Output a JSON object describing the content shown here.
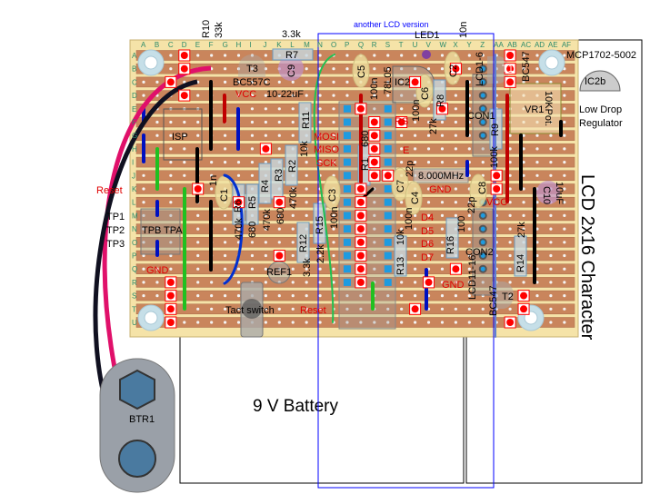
{
  "board": {
    "columns": [
      "A",
      "B",
      "C",
      "D",
      "E",
      "F",
      "G",
      "H",
      "I",
      "J",
      "K",
      "L",
      "M",
      "N",
      "O",
      "P",
      "Q",
      "R",
      "S",
      "T",
      "U",
      "V",
      "W",
      "X",
      "Y",
      "Z",
      "AA",
      "AB",
      "AC",
      "AD",
      "AE",
      "AF"
    ],
    "rows": [
      "A",
      "B",
      "C",
      "D",
      "E",
      "F",
      "G",
      "H",
      "I",
      "J",
      "K",
      "L",
      "M",
      "N",
      "O",
      "P",
      "Q",
      "R",
      "S",
      "T",
      "U"
    ],
    "colors": {
      "board": "#f5e3a8",
      "strip": "#c9855c",
      "cut": "#ff0000",
      "pad": "#1e9be0"
    }
  },
  "outlines": {
    "alt_lcd": "another LCD version",
    "lcd": "LCD 2x16 Character",
    "battery": "9 V Battery",
    "battery_holder": "BTR1"
  },
  "labels": {
    "r10": "R10",
    "r10v": "33k",
    "r7v": "3.3k",
    "r7": "R7",
    "c9": "C9",
    "t3": "T3",
    "bc557c": "BC557C",
    "vcc1": "VCC",
    "c9v": "10-22uF",
    "c5v": "100n",
    "c5": "C5",
    "l78": "78L05",
    "ic2": "IC2",
    "c6": "C6",
    "c6v": "100n",
    "r8": "R8",
    "r8v": "27k",
    "c2": "C2",
    "c2v": "10n",
    "led1": "LED1",
    "lcd16": "LCD1-6",
    "t1": "T1",
    "bc547a": "BC547",
    "vr1": "VR1",
    "pot": "10KPot.",
    "mcp": "MCP1702-5002",
    "ic2b": "IC2b",
    "lowdrop": "Low Drop",
    "regulator": "Regulator",
    "isp": "ISP",
    "r11": "R11",
    "r11v": "10k",
    "mosi": "MOSI",
    "miso": "MISO",
    "sck": "SCK",
    "r1": "R1",
    "r1v": "680",
    "rs": "RS",
    "e": "E",
    "xtal": "8.000MHz",
    "c7": "C7",
    "c7v": "22p",
    "gnd1": "GND",
    "c4": "C4",
    "c4v": "100n",
    "c8": "C8",
    "c8v": "22p",
    "vcc2": "VCC",
    "r9": "R9",
    "r9v": "100k",
    "c10": "C10",
    "c10v": "10uF",
    "r14": "R14",
    "r14v": "27k",
    "t2": "T2",
    "bc547b": "BC547",
    "con2": "CON2",
    "lcd1116": "LCD11-16",
    "con1": "CON1",
    "r16": "R16",
    "r16v": "100",
    "d4": "D4",
    "d5": "D5",
    "d6": "D6",
    "d7": "D7",
    "gnd2": "GND",
    "r13": "R13",
    "r13v": "10k",
    "r12": "R12",
    "r12v": "3.3k",
    "r15": "R15",
    "r15v": "2.2k",
    "c3": "C3",
    "c3v": "100n",
    "ref1": "REF1",
    "c1": "C1",
    "c1v": "1n",
    "r6": "R6",
    "r6v": "470k",
    "r5": "R5",
    "r5v": "680",
    "r4": "R4",
    "r4v": "470k",
    "r3": "R3",
    "r3v": "680",
    "r2": "R2",
    "r2v": "470k",
    "reset1": "Reset",
    "tp1": "TP1",
    "tp2": "TP2",
    "tp3": "TP3",
    "tpb": "TPB",
    "tpa": "TPA",
    "gnd3": "GND",
    "tact": "Tact switch",
    "reset2": "Reset"
  }
}
